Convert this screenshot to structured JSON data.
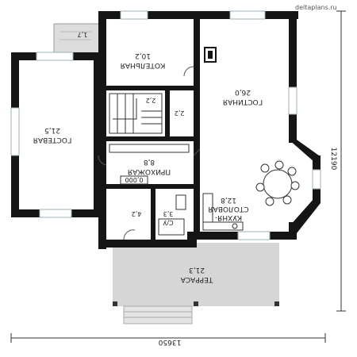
{
  "site": {
    "watermark": "deltaplans.ru"
  },
  "rooms": {
    "boiler": {
      "name": "КОТЕЛЬНАЯ",
      "area": "10,2"
    },
    "living": {
      "name": "ГОСТИНАЯ",
      "area": "26,0"
    },
    "guest": {
      "name": "ГОСТЕВАЯ",
      "area": "21,5"
    },
    "hall": {
      "name": "ПРИХОЖАЯ",
      "area": "8,8",
      "level": "0,000"
    },
    "kitchen": {
      "name_1": "КУХНЯ-",
      "name_2": "СТОЛОВАЯ",
      "area": "12,8"
    },
    "terrace": {
      "name": "ТЕРРАСА",
      "area": "21,3"
    },
    "porch_top": {
      "area": "1,7"
    },
    "stair_a": {
      "area": "2,2"
    },
    "stair_b": {
      "area": "2,2"
    },
    "closet": {
      "area": "4,2"
    },
    "bath": {
      "area": "3,3",
      "label": "С/У"
    }
  },
  "dimensions": {
    "width": "13650",
    "depth": "12190"
  },
  "colors": {
    "wall": "#151515",
    "terrace": "#d6d6d6",
    "window": "#9ab0b8"
  }
}
